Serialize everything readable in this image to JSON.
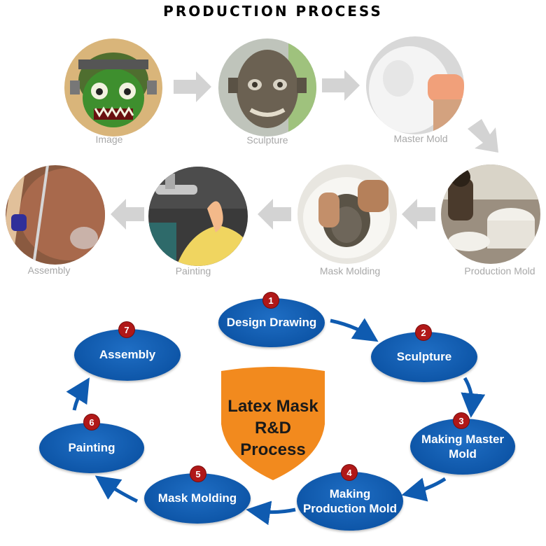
{
  "title": "PRODUCTION PROCESS",
  "photo_steps": [
    {
      "label": "Image",
      "icon": "zombie-illustration-icon"
    },
    {
      "label": "Sculpture",
      "icon": "clay-sculpture-icon"
    },
    {
      "label": "Master Mold",
      "icon": "plaster-mold-icon"
    },
    {
      "label": "Production Mold",
      "icon": "mold-workshop-icon"
    },
    {
      "label": "Mask Molding",
      "icon": "latex-pouring-icon"
    },
    {
      "label": "Painting",
      "icon": "airbrush-icon"
    },
    {
      "label": "Assembly",
      "icon": "hair-trimming-icon"
    }
  ],
  "cycle": {
    "center_line1": "Latex Mask",
    "center_line2": "R&D Process",
    "steps": [
      {
        "num": "1",
        "label": "Design Drawing"
      },
      {
        "num": "2",
        "label": "Sculpture"
      },
      {
        "num": "3",
        "label": "Making Master Mold"
      },
      {
        "num": "4",
        "label": "Making Production Mold"
      },
      {
        "num": "5",
        "label": "Mask Molding"
      },
      {
        "num": "6",
        "label": "Painting"
      },
      {
        "num": "7",
        "label": "Assembly"
      }
    ]
  },
  "colors": {
    "ellipse_blue": "#0e56a8",
    "badge_red": "#b01818",
    "shield_orange": "#f28a1e",
    "gray_arrow": "#d3d3d3",
    "caption_gray": "#a8a8a8"
  }
}
